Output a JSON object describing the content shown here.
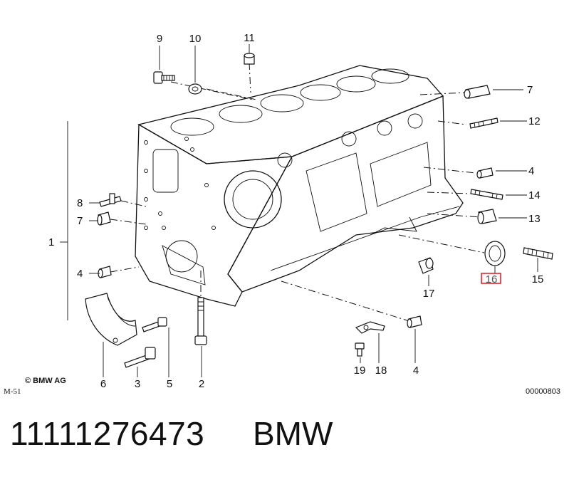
{
  "callouts": {
    "c1": "1",
    "c2": "2",
    "c3": "3",
    "c4a": "4",
    "c4b": "4",
    "c4c": "4",
    "c5": "5",
    "c6": "6",
    "c7a": "7",
    "c7b": "7",
    "c8": "8",
    "c9": "9",
    "c10": "10",
    "c11": "11",
    "c12": "12",
    "c13": "13",
    "c14": "14",
    "c15": "15",
    "c16": "16",
    "c17": "17",
    "c18": "18",
    "c19": "19"
  },
  "highlighted_callout": "16",
  "copyright": "© BMW AG",
  "diagram_code": "M-51",
  "image_code": "00000803",
  "footer": {
    "part_number": "11111276473",
    "brand": "BMW"
  },
  "colors": {
    "highlight": "#e0252b",
    "ink": "#111111",
    "background": "#ffffff"
  }
}
